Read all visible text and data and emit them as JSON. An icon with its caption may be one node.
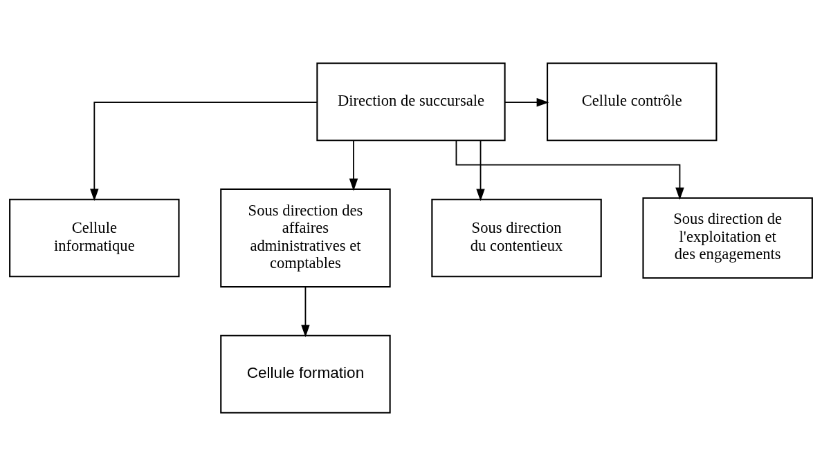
{
  "diagram": {
    "nodes": [
      {
        "text": [
          "Direction de succursale"
        ]
      },
      {
        "text": [
          "Cellule contrôle"
        ]
      },
      {
        "text": [
          "Cellule informatique"
        ]
      },
      {
        "text": [
          "Sous direction des affaires administratives et comptables"
        ]
      },
      {
        "text": [
          "Sous direction du contentieux"
        ]
      },
      {
        "text": [
          "Sous direction de l'exploitation et des engagements"
        ]
      },
      {
        "text": [
          "Cellule formation"
        ]
      }
    ],
    "edges": [
      {
        "from": 0,
        "to": 1,
        "arrow": "to"
      },
      {
        "from": 0,
        "to": 2,
        "arrow": "to"
      },
      {
        "from": 0,
        "to": 3,
        "arrow": "to"
      },
      {
        "from": 0,
        "to": 4,
        "arrow": "to"
      },
      {
        "from": 0,
        "to": 5,
        "arrow": "to"
      },
      {
        "from": 3,
        "to": 6,
        "arrow": "to"
      }
    ]
  }
}
